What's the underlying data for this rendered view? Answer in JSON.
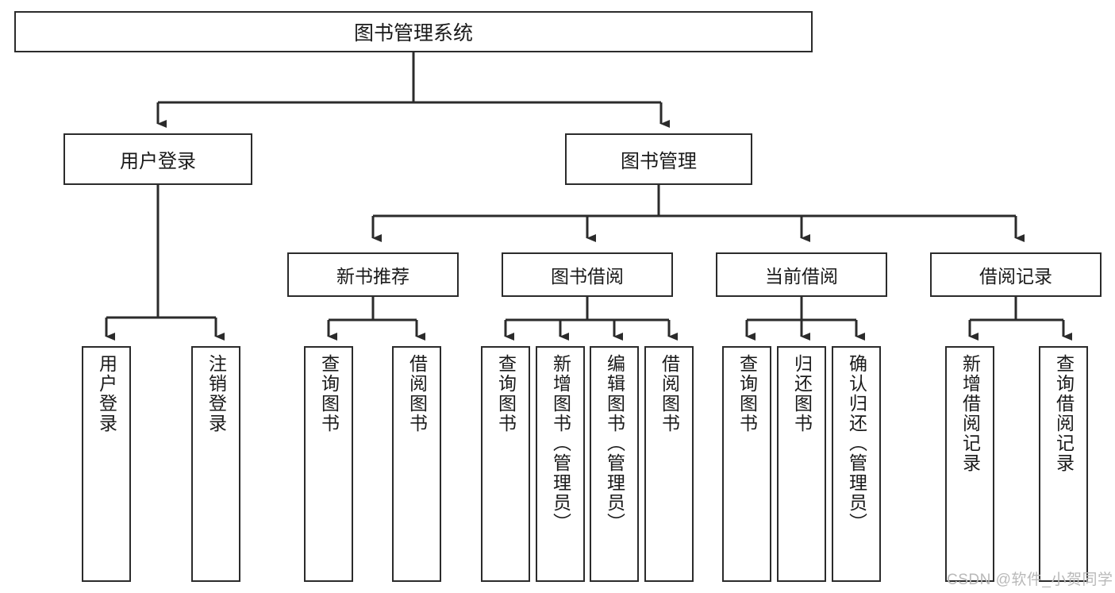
{
  "diagram": {
    "title_node": {
      "label": "图书管理系统"
    },
    "level2": [
      {
        "id": "user-login",
        "label": "用户登录"
      },
      {
        "id": "book-manage",
        "label": "图书管理"
      }
    ],
    "level3": [
      {
        "id": "new-book-recommend",
        "label": "新书推荐"
      },
      {
        "id": "book-borrow",
        "label": "图书借阅"
      },
      {
        "id": "current-borrow",
        "label": "当前借阅"
      },
      {
        "id": "borrow-record",
        "label": "借阅记录"
      }
    ],
    "leaves": [
      {
        "id": "leaf-user-login",
        "label": "用户登录",
        "parent": "user-login"
      },
      {
        "id": "leaf-user-logout",
        "label": "注销登录",
        "parent": "user-login"
      },
      {
        "id": "leaf-query-book-1",
        "label": "查询图书",
        "parent": "new-book-recommend"
      },
      {
        "id": "leaf-borrow-book-1",
        "label": "借阅图书",
        "parent": "new-book-recommend"
      },
      {
        "id": "leaf-query-book-2",
        "label": "查询图书",
        "parent": "book-borrow"
      },
      {
        "id": "leaf-add-book-admin",
        "label": "新增图书（管理员）",
        "parent": "book-borrow"
      },
      {
        "id": "leaf-edit-book-admin",
        "label": "编辑图书（管理员）",
        "parent": "book-borrow"
      },
      {
        "id": "leaf-borrow-book-2",
        "label": "借阅图书",
        "parent": "book-borrow"
      },
      {
        "id": "leaf-query-book-3",
        "label": "查询图书",
        "parent": "current-borrow"
      },
      {
        "id": "leaf-return-book",
        "label": "归还图书",
        "parent": "current-borrow"
      },
      {
        "id": "leaf-confirm-return-admin",
        "label": "确认归还（管理员）",
        "parent": "current-borrow"
      },
      {
        "id": "leaf-add-borrow-record",
        "label": "新增借阅记录",
        "parent": "borrow-record"
      },
      {
        "id": "leaf-query-borrow-record",
        "label": "查询借阅记录",
        "parent": "borrow-record"
      }
    ],
    "watermark": "CSDN @软件_小贺同学",
    "colors": {
      "line": "#2b2b2b",
      "node_fill": "#ffffff",
      "text": "#1a1a1a",
      "watermark": "#b9b9b9",
      "background": "#ffffff"
    }
  }
}
